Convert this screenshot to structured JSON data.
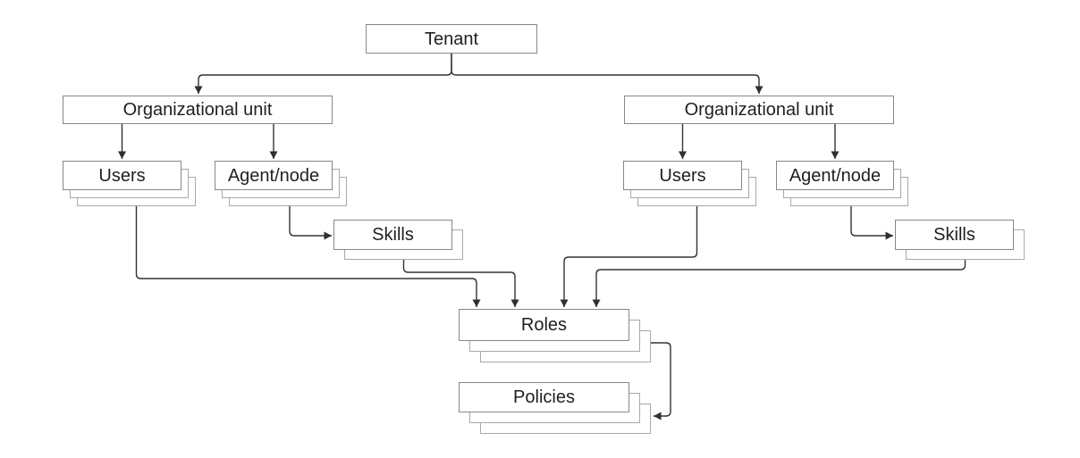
{
  "diagram": {
    "type": "hierarchy-flowchart",
    "colors": {
      "background": "#ffffff",
      "box_fill": "#ffffff",
      "box_border": "#878787",
      "stack_shadow_border": "#a9a9a9",
      "connector": "#333333",
      "arrowhead": "#2f2f2f",
      "text": "#1f1f1f"
    },
    "nodes": {
      "tenant": {
        "label": "Tenant",
        "stack_layers": 1
      },
      "org_unit_left": {
        "label": "Organizational unit",
        "stack_layers": 1
      },
      "org_unit_right": {
        "label": "Organizational unit",
        "stack_layers": 1
      },
      "users_left": {
        "label": "Users",
        "stack_layers": 3
      },
      "agent_node_left": {
        "label": "Agent/node",
        "stack_layers": 3
      },
      "skills_left": {
        "label": "Skills",
        "stack_layers": 2
      },
      "users_right": {
        "label": "Users",
        "stack_layers": 3
      },
      "agent_node_right": {
        "label": "Agent/node",
        "stack_layers": 3
      },
      "skills_right": {
        "label": "Skills",
        "stack_layers": 2
      },
      "roles": {
        "label": "Roles",
        "stack_layers": 3
      },
      "policies": {
        "label": "Policies",
        "stack_layers": 3
      }
    },
    "edges": [
      {
        "from": "tenant",
        "to": "org_unit_left"
      },
      {
        "from": "tenant",
        "to": "org_unit_right"
      },
      {
        "from": "org_unit_left",
        "to": "users_left"
      },
      {
        "from": "org_unit_left",
        "to": "agent_node_left"
      },
      {
        "from": "org_unit_right",
        "to": "users_right"
      },
      {
        "from": "org_unit_right",
        "to": "agent_node_right"
      },
      {
        "from": "agent_node_left",
        "to": "skills_left"
      },
      {
        "from": "agent_node_right",
        "to": "skills_right"
      },
      {
        "from": "users_left",
        "to": "roles"
      },
      {
        "from": "skills_left",
        "to": "roles"
      },
      {
        "from": "users_right",
        "to": "roles"
      },
      {
        "from": "skills_right",
        "to": "roles"
      },
      {
        "from": "roles",
        "to": "policies"
      }
    ]
  }
}
